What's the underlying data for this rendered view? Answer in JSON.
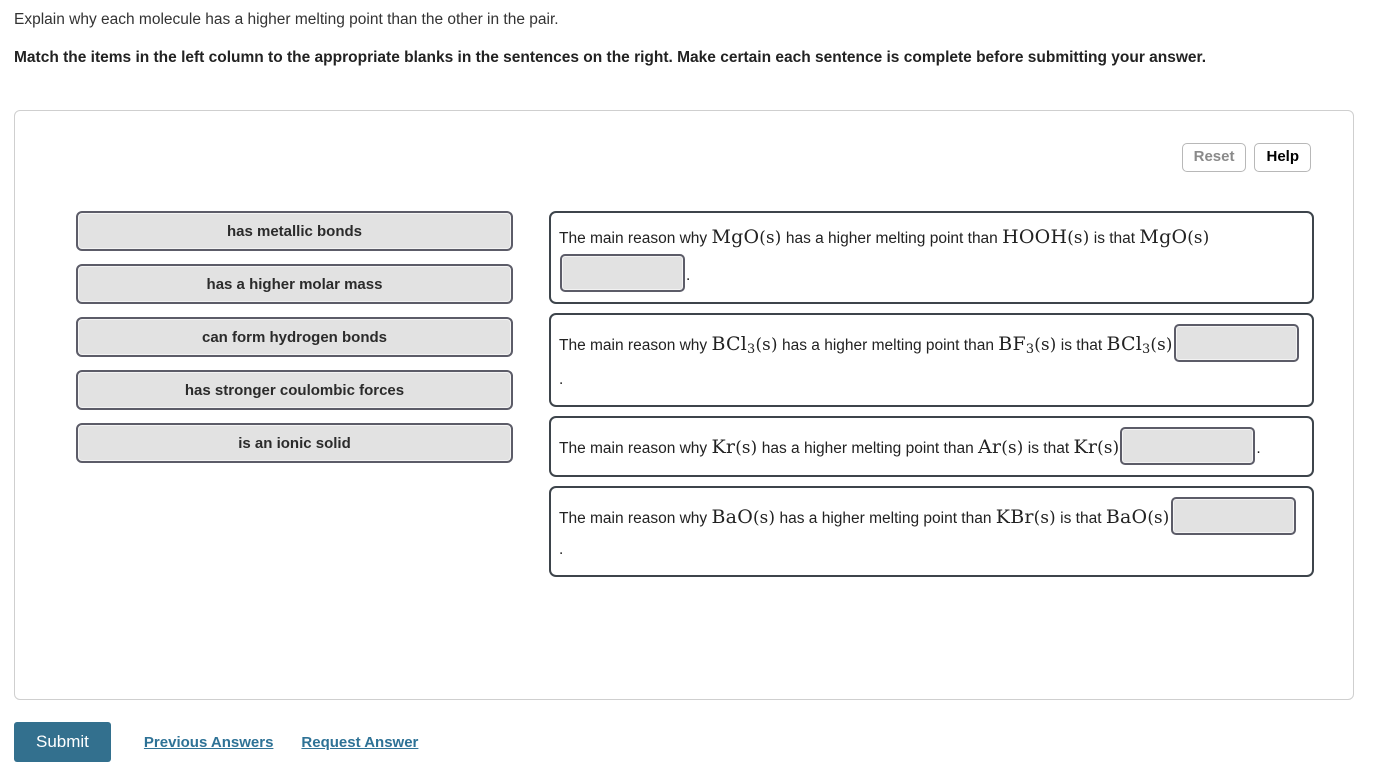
{
  "prompt": {
    "question": "Explain why each molecule has a higher melting point than the other in the pair.",
    "instruction": "Match the items in the left column to the appropriate blanks in the sentences on the right. Make certain each sentence is complete before submitting your answer."
  },
  "toolbar": {
    "reset_label": "Reset",
    "help_label": "Help"
  },
  "bank": {
    "items": [
      {
        "label": "has metallic bonds"
      },
      {
        "label": "has a higher molar mass"
      },
      {
        "label": "can form hydrogen bonds"
      },
      {
        "label": "has stronger coulombic forces"
      },
      {
        "label": "is an ionic solid"
      }
    ]
  },
  "sentences": [
    {
      "lead": "The main reason why",
      "subject": "MgO(s)",
      "middle": "has a higher melting point than",
      "comparison": "HOOH(s)",
      "tail": "is that",
      "restated_subject": "MgO(s)",
      "blank_value": "",
      "period": "."
    },
    {
      "lead": "The main reason why",
      "subject": "BCl3(s)",
      "middle": "has a higher melting point than",
      "comparison": "BF3(s)",
      "tail": "is that",
      "restated_subject": "BCl3(s)",
      "blank_value": "",
      "period": "."
    },
    {
      "lead": "The main reason why",
      "subject": "Kr(s)",
      "middle": "has a higher melting point than",
      "comparison": "Ar(s)",
      "tail": "is that",
      "restated_subject": "Kr(s)",
      "blank_value": "",
      "period": "."
    },
    {
      "lead": "The main reason why",
      "subject": "BaO(s)",
      "middle": "has a higher melting point than",
      "comparison": "KBr(s)",
      "tail": "is that",
      "restated_subject": "BaO(s)",
      "blank_value": "",
      "period": "."
    }
  ],
  "footer": {
    "submit_label": "Submit",
    "previous_answers_label": "Previous Answers",
    "request_answer_label": "Request Answer"
  },
  "colors": {
    "submit_background": "#33708e",
    "link": "#2e7296",
    "box_border": "#3d444b",
    "tile_fill": "#e2e2e2",
    "tile_border": "#5c5c68"
  }
}
